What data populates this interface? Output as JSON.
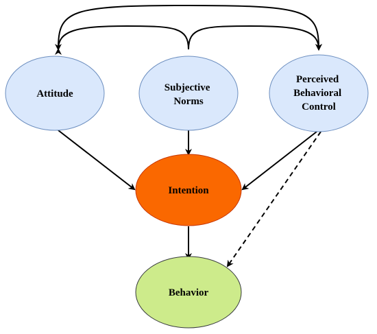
{
  "diagram": {
    "nodes": {
      "attitude": {
        "label": [
          "Attitude"
        ],
        "fill": "#dae8fc",
        "stroke": "#6c8ebf"
      },
      "subjective_norms": {
        "label": [
          "Subjective",
          "Norms"
        ],
        "fill": "#dae8fc",
        "stroke": "#6c8ebf"
      },
      "perceived_behavioral_control": {
        "label": [
          "Perceived",
          "Behavioral",
          "Control"
        ],
        "fill": "#dae8fc",
        "stroke": "#6c8ebf"
      },
      "intention": {
        "label": [
          "Intention"
        ],
        "fill": "#fa6800",
        "stroke": "#c73500"
      },
      "behavior": {
        "label": [
          "Behavior"
        ],
        "fill": "#cdeb8b",
        "stroke": "#36393d"
      }
    },
    "edges": [
      {
        "from": "attitude",
        "to": "intention",
        "style": "solid"
      },
      {
        "from": "subjective_norms",
        "to": "intention",
        "style": "solid"
      },
      {
        "from": "perceived_behavioral_control",
        "to": "intention",
        "style": "solid"
      },
      {
        "from": "intention",
        "to": "behavior",
        "style": "solid"
      },
      {
        "from": "perceived_behavioral_control",
        "to": "behavior",
        "style": "dashed"
      },
      {
        "from": "subjective_norms",
        "to": "attitude",
        "style": "curved"
      },
      {
        "from": "subjective_norms",
        "to": "perceived_behavioral_control",
        "style": "curved"
      },
      {
        "from": "attitude",
        "to": "perceived_behavioral_control",
        "style": "curved-top"
      }
    ],
    "edge_color": "#000000"
  }
}
